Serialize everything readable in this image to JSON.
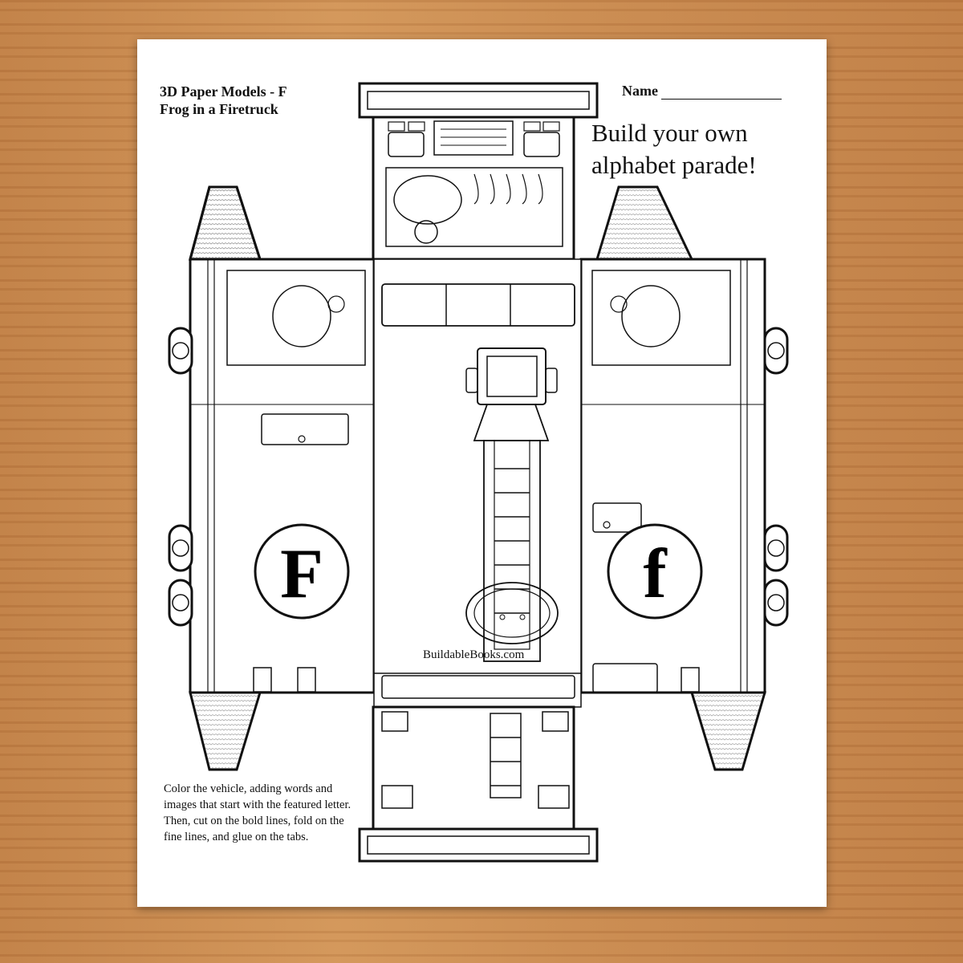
{
  "header": {
    "title_line1": "3D Paper Models - F",
    "title_line2": "Frog in a Firetruck",
    "name_label": "Name"
  },
  "tagline": {
    "line1": "Build your own",
    "line2": "alphabet parade!"
  },
  "badges": {
    "left_letter": "F",
    "right_letter": "f"
  },
  "instructions": "Color the vehicle, adding words and images that start with the featured letter. Then, cut on the bold lines, fold on the fine lines, and glue on the tabs.",
  "website": "BuildableBooks.com"
}
